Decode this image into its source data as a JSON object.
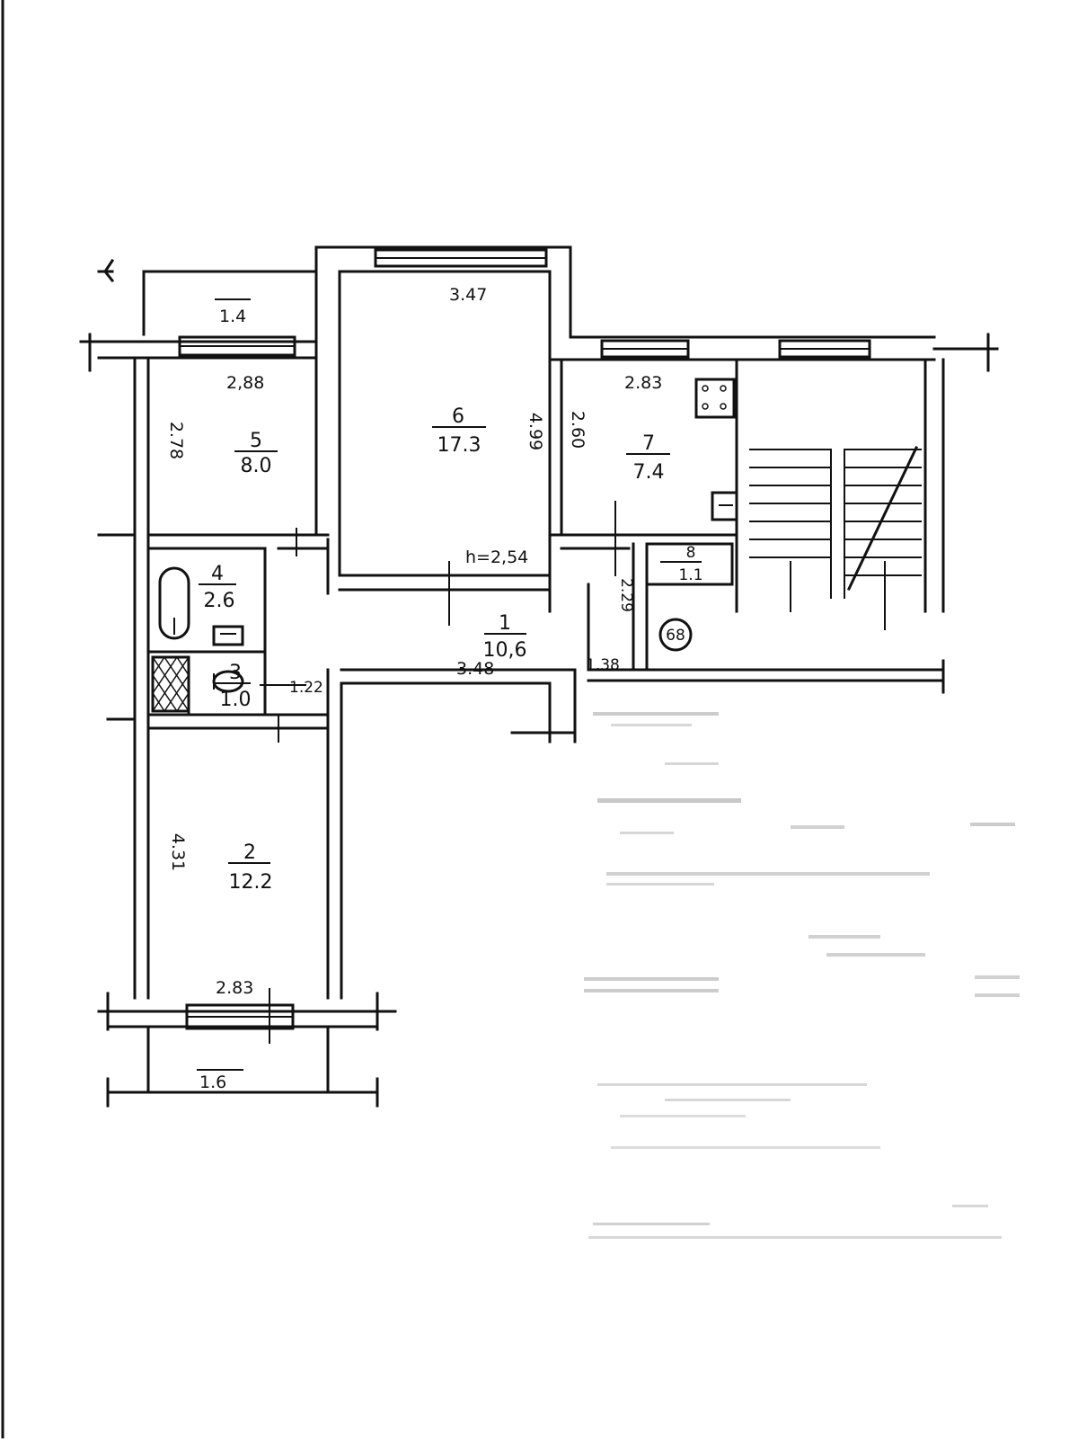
{
  "plan": {
    "ceiling_height": "h=2,54",
    "stair_mark": "68",
    "rooms": [
      {
        "id": "room-1",
        "number": "1",
        "area": "10,6"
      },
      {
        "id": "room-2",
        "number": "2",
        "area": "12.2"
      },
      {
        "id": "room-3",
        "number": "3",
        "area": "1.0"
      },
      {
        "id": "room-4",
        "number": "4",
        "area": "2.6"
      },
      {
        "id": "room-5",
        "number": "5",
        "area": "8.0"
      },
      {
        "id": "room-6",
        "number": "6",
        "area": "17.3"
      },
      {
        "id": "room-7",
        "number": "7",
        "area": "7.4"
      },
      {
        "id": "room-8",
        "number": "8",
        "area": "1.1"
      }
    ],
    "dimensions": {
      "balcony_top": "1.4",
      "balcony_bottom": "1.6",
      "room5_width": "2,88",
      "room5_height": "2.78",
      "room6_width": "3.47",
      "room6_height": "4.99",
      "room7_width": "2.83",
      "room7_height": "2.60",
      "room8_height": "2.29",
      "room2_width": "2.83",
      "room2_height": "4.31",
      "corridor_length": "3.48",
      "corridor_width_left": "1.22",
      "corridor_width_right": "1.38"
    }
  }
}
